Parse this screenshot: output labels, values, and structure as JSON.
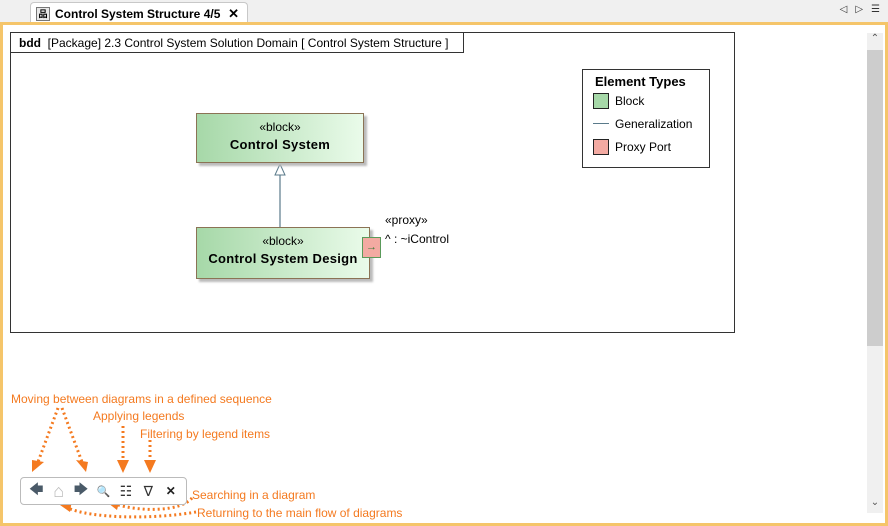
{
  "tab": {
    "title": "Control System Structure 4/5",
    "icon": "diagram-icon",
    "close": "✕"
  },
  "tab_nav": {
    "prev": "◁",
    "next": "▷",
    "menu": "☰"
  },
  "scrollbar": {
    "up": "⌃",
    "down": "⌄"
  },
  "diagram": {
    "kind": "bdd",
    "title": "[Package] 2.3 Control System Solution Domain [ Control System Structure  ]",
    "blocks": [
      {
        "stereotype": "«block»",
        "name": "Control System"
      },
      {
        "stereotype": "«block»",
        "name": "Control System Design"
      }
    ],
    "port": {
      "stereotype": "«proxy»",
      "label": "^ : ~iControl",
      "glyph": "→"
    }
  },
  "legend": {
    "title": "Element Types",
    "items": [
      {
        "label": "Block",
        "color": "#a6d8a8"
      },
      {
        "label": "Generalization",
        "color": "#5a7a8a"
      },
      {
        "label": "Proxy Port",
        "color": "#f3aaa2"
      }
    ]
  },
  "toolbar": {
    "back": "🡄",
    "home": "⌂",
    "forward": "🡆",
    "search": "🔍",
    "legend": "☷",
    "filter": "∇",
    "close": "✕"
  },
  "annotations": {
    "sequence": "Moving between diagrams in a defined sequence",
    "legends": "Applying legends",
    "filtering": "Filtering by legend items",
    "searching": "Searching in a diagram",
    "returning": "Returning to the main flow of diagrams"
  },
  "colors": {
    "accent": "#f47a20",
    "editor_border": "#f5c56a"
  }
}
